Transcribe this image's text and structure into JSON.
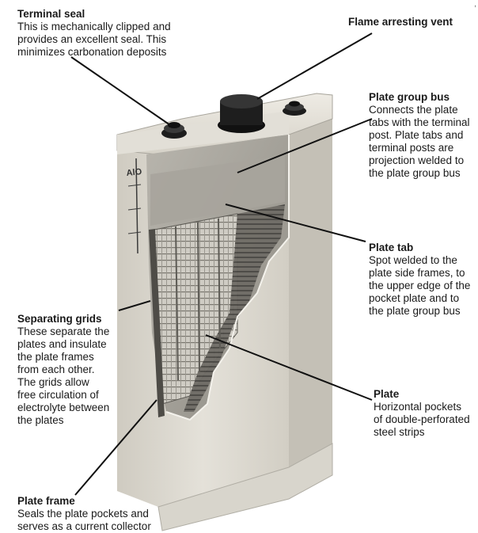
{
  "callouts": {
    "terminal_seal": {
      "title": "Terminal seal",
      "desc": "This is mechanically clipped and\nprovides an excellent seal. This\nminimizes carbonation deposits"
    },
    "flame_vent": {
      "title": "Flame arresting vent"
    },
    "plate_group_bus": {
      "title": "Plate group bus",
      "desc": "Connects the plate\ntabs with the terminal\npost. Plate tabs and\nterminal posts are\nprojection welded to\nthe plate group bus"
    },
    "plate_tab": {
      "title": "Plate tab",
      "desc": "Spot welded to the\nplate side frames, to\nthe upper edge of the\npocket plate and to\nthe plate group bus"
    },
    "separating_grids": {
      "title": "Separating grids",
      "desc": "These separate the\nplates and insulate\nthe plate frames\nfrom each other.\nThe grids allow\nfree circulation of\nelectrolyte between\nthe plates"
    },
    "plate": {
      "title": "Plate",
      "desc": "Horizontal pockets\nof double-perforated\nsteel strips"
    },
    "plate_frame": {
      "title": "Plate frame",
      "desc": "Seals the plate pockets and\nserves as a current collector"
    }
  },
  "cell_markings": {
    "label": "AlO",
    "corner_mark": ","
  },
  "colors": {
    "case": "#d9d6cc",
    "case_shadow": "#b9b6ac",
    "plates": "#8a8880",
    "terminal": "#222222",
    "leader": "#111111"
  }
}
